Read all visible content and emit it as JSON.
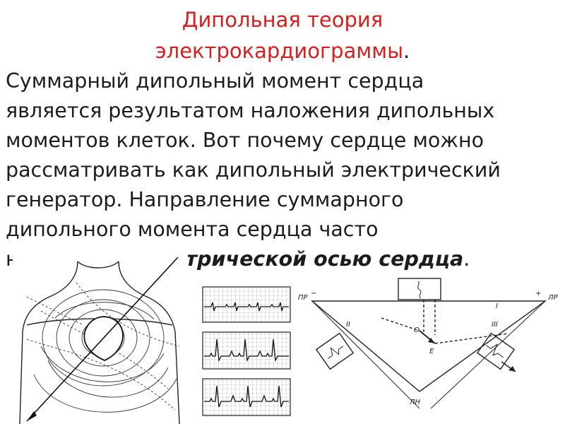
{
  "slide": {
    "title_line1": "Дипольная теория",
    "title_line2": "электрокардиограммы",
    "title_period": ".",
    "body_lines": [
      "Суммарный дипольный момент сердца",
      "является результатом наложения дипольных",
      "моментов клеток. Вот почему сердце можно",
      "рассматривать как дипольный электрический",
      "генератор. Направление суммарного",
      "дипольного момента сердца часто"
    ],
    "body_last_visible_prefix": "н",
    "body_last_emphasis": "трической осью сердца",
    "body_last_period": "."
  },
  "figure_labels": {
    "lead_i": "I",
    "lead_ii": "II",
    "lead_iii": "III",
    "right_arm": "ПР",
    "left_arm": "ЛР",
    "left_leg": "ЛН",
    "center_o": "O",
    "vector_e": "E",
    "minus": "−",
    "plus": "+"
  },
  "colors": {
    "title": "#d61f1f",
    "text": "#1c1c1c",
    "drawing": "#222222",
    "ecg_grid": "#9a9a9a"
  }
}
